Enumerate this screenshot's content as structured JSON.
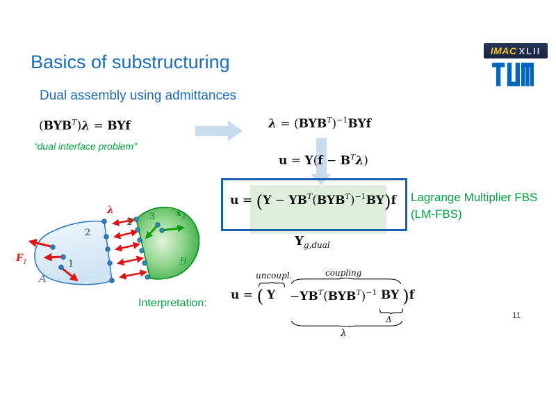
{
  "slide": {
    "title": "Basics of substructuring",
    "subtitle": "Dual assembly using admittances",
    "page_number": "11"
  },
  "colors": {
    "title_blue": "#1b6cb6",
    "green": "#00a240",
    "red": "#e01212",
    "box_border": "#1760ae",
    "highlight_green": "#dfeedd",
    "arrow_blue": "#c9dcee",
    "tum_blue": "#0065bd",
    "imac_bg": "#16233f",
    "imac_yellow": "#f5c518"
  },
  "formulas": {
    "dual_interface": [
      {
        "t": "r",
        "v": "("
      },
      {
        "t": "b",
        "v": "BYB"
      },
      {
        "t": "sup",
        "v": "T"
      },
      {
        "t": "r",
        "v": ")"
      },
      {
        "t": "bi",
        "v": "λ"
      },
      {
        "t": "r",
        "v": " = "
      },
      {
        "t": "b",
        "v": "BYf"
      }
    ],
    "dual_interface_caption": "“dual interface problem”",
    "lambda_solution": [
      {
        "t": "bi",
        "v": "λ"
      },
      {
        "t": "r",
        "v": " = ("
      },
      {
        "t": "b",
        "v": "BYB"
      },
      {
        "t": "sup",
        "v": "T"
      },
      {
        "t": "r",
        "v": ")"
      },
      {
        "t": "supn",
        "v": "−1"
      },
      {
        "t": "b",
        "v": "BYf"
      }
    ],
    "u_solution": [
      {
        "t": "b",
        "v": "u"
      },
      {
        "t": "r",
        "v": " = "
      },
      {
        "t": "b",
        "v": "Y"
      },
      {
        "t": "r",
        "v": "("
      },
      {
        "t": "b",
        "v": "f"
      },
      {
        "t": "r",
        "v": " − "
      },
      {
        "t": "b",
        "v": "B"
      },
      {
        "t": "sup",
        "v": "T"
      },
      {
        "t": "bi",
        "v": "λ"
      },
      {
        "t": "r",
        "v": ")"
      }
    ],
    "lmfbs_boxed": [
      {
        "t": "b",
        "v": "u"
      },
      {
        "t": "r",
        "v": " = "
      },
      {
        "t": "big",
        "v": "("
      },
      {
        "t": "b",
        "v": "Y"
      },
      {
        "t": "r",
        "v": " − "
      },
      {
        "t": "b",
        "v": "YB"
      },
      {
        "t": "sup",
        "v": "T"
      },
      {
        "t": "r",
        "v": "("
      },
      {
        "t": "b",
        "v": "BYB"
      },
      {
        "t": "sup",
        "v": "T"
      },
      {
        "t": "r",
        "v": ")"
      },
      {
        "t": "supn",
        "v": "−1"
      },
      {
        "t": "b",
        "v": "BY"
      },
      {
        "t": "big",
        "v": ")"
      },
      {
        "t": "b",
        "v": "f"
      }
    ],
    "y_dual": [
      {
        "t": "b",
        "v": "Y"
      },
      {
        "t": "subi",
        "v": "g,dual"
      }
    ],
    "lmfbs_label_line1": "Lagrange Multiplier FBS",
    "lmfbs_label_line2": "(LM-FBS)"
  },
  "interpretation": {
    "label": "Interpretation:",
    "prefix": [
      {
        "t": "b",
        "v": "u"
      },
      {
        "t": "r",
        "v": " = "
      },
      {
        "t": "big",
        "v": "("
      }
    ],
    "y_term": [
      {
        "t": "b",
        "v": "Y"
      }
    ],
    "middle": [
      {
        "t": "r",
        "v": "−"
      },
      {
        "t": "b",
        "v": "YB"
      },
      {
        "t": "sup",
        "v": "T"
      },
      {
        "t": "r",
        "v": "("
      },
      {
        "t": "b",
        "v": "BYB"
      },
      {
        "t": "sup",
        "v": "T"
      },
      {
        "t": "r",
        "v": ")"
      },
      {
        "t": "supn",
        "v": "−1"
      }
    ],
    "by_term": [
      {
        "t": "b",
        "v": "BY"
      }
    ],
    "suffix": [
      {
        "t": "big",
        "v": ")"
      },
      {
        "t": "b",
        "v": "f"
      }
    ],
    "uncoupled_label": "uncoupl.",
    "coupling_label": "coupling",
    "delta_label": "Δ",
    "lambda_label": "λ"
  },
  "diagram": {
    "lambda_label": "λ",
    "force_label": "F",
    "force_sub": "1",
    "label_A": "A",
    "label_B": "B",
    "node_1": "1",
    "node_2a": "2",
    "node_2b": "2",
    "node_3": "3",
    "x3_label": "x",
    "x3_sub": "3"
  },
  "logos": {
    "imac_text": "IMAC",
    "imac_numeral": "XLII"
  }
}
